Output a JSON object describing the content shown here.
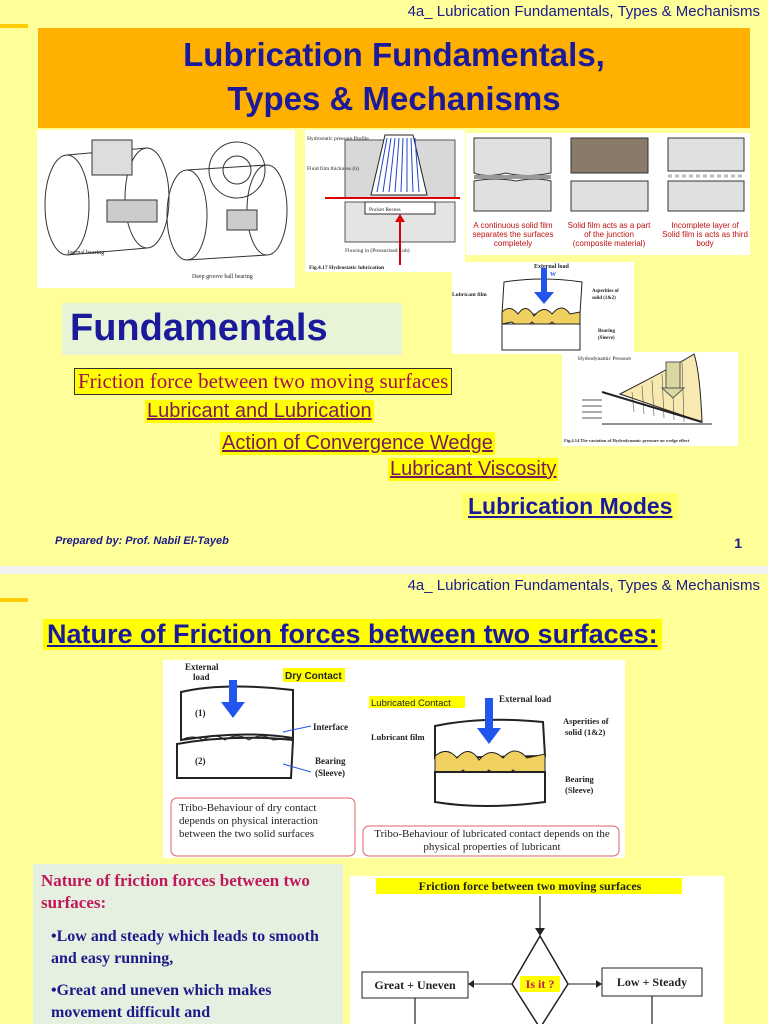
{
  "header": {
    "text": "4a_ Lubrication Fundamentals, Types & Mechanisms"
  },
  "slide1": {
    "title_line1": "Lubrication Fundamentals,",
    "title_line2": "Types & Mechanisms",
    "bearing_fig": {
      "journal_label": "Journal bearing",
      "ball_label": "Deep groove ball bearing"
    },
    "hydrostatic_fig": {
      "profile_label": "Hydrostatic pressure Profile",
      "film_label": "Fluid film thickness (h)",
      "recess_label": "Pocket Recess",
      "flow_label": "Flowing in (Pressurized Lub)",
      "caption": "Fig.4.17 Hydrostatic lubrication"
    },
    "solid_film_fig": {
      "cap1": "A continuous solid film separates the surfaces completely",
      "cap2": "Solid film acts as a part of the junction (composite material)",
      "cap3": "Incomplete layer of Solid film is acts as third body"
    },
    "asperity_fig": {
      "load_label": "External load",
      "w_label": "W",
      "film_label": "Lubricant film",
      "asperities_label": "Asperities of solid (1&2)",
      "bearing_label": "Bearing (Sleeve)"
    },
    "wedge_fig": {
      "pressure_label": "Hydrodynamic Pressure",
      "caption": "Fig.4.14 The variation of Hydrodynamic pressure on wedge effect"
    },
    "fundamentals": "Fundamentals",
    "items": [
      "Friction force between two moving surfaces",
      "Lubricant and Lubrication",
      "Action of Convergence Wedge",
      "Lubricant Viscosity",
      "Lubrication Modes"
    ],
    "prepared_by": "Prepared by: Prof. Nabil El-Tayeb",
    "page_number": "1"
  },
  "slide2": {
    "title": "Nature of Friction forces between two surfaces:",
    "dry_fig": {
      "load_label": "External load",
      "dry_label": "Dry Contact",
      "label1": "(1)",
      "label2": "(2)",
      "interface_label": "Interface",
      "bearing_label": "Bearing (Sleeve)",
      "note": "Tribo-Behaviour of dry contact depends on physical interaction between the two solid surfaces"
    },
    "lub_fig": {
      "title": "Lubricated Contact",
      "load_label": "External load",
      "film_label": "Lubricant film",
      "asperities_label": "Asperities of solid (1&2)",
      "bearing_label": "Bearing (Sleeve)",
      "note": "Tribo-Behaviour of lubricated contact depends on the physical properties of lubricant"
    },
    "nature_heading": "Nature of friction forces between two surfaces:",
    "bullets": [
      "•Low and steady which leads to smooth and easy running,",
      "•Great and uneven which makes movement difficult and"
    ],
    "flow": {
      "title": "Friction force between two moving surfaces",
      "left": "Great + Uneven",
      "center": "Is it ?",
      "right": "Low + Steady"
    }
  }
}
